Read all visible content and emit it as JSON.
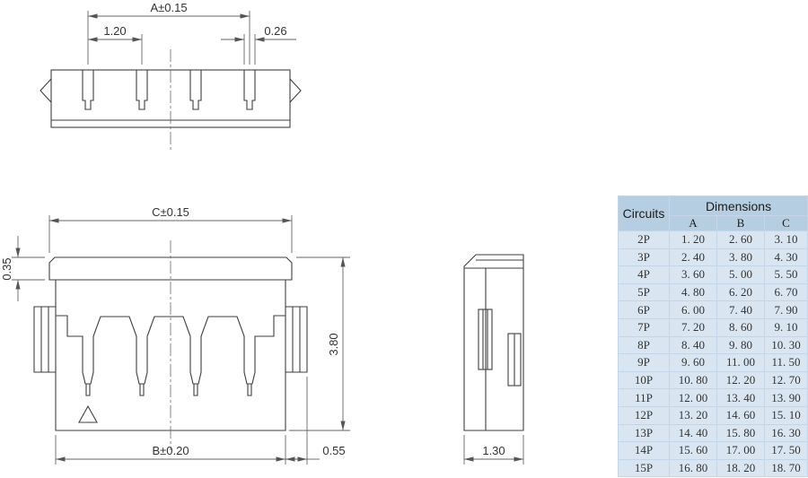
{
  "drawing": {
    "top_view": {
      "dim_pitch_overall": "A±0.15",
      "dim_pitch": "1.20",
      "dim_slot_width": "0.26"
    },
    "front_view": {
      "dim_overall_width": "C±0.15",
      "dim_cap_height": "0.35",
      "dim_height": "3.80",
      "dim_body_width": "B±0.20",
      "dim_tab": "0.55"
    },
    "side_view": {
      "dim_depth": "1.30"
    }
  },
  "table": {
    "col_circuits": "Circuits",
    "col_dimensions": "Dimensions",
    "sub_headers": [
      "A",
      "B",
      "C"
    ],
    "rows": [
      {
        "circuits": "2P",
        "a": "1. 20",
        "b": "2. 60",
        "c": "3. 10"
      },
      {
        "circuits": "3P",
        "a": "2. 40",
        "b": "3. 80",
        "c": "4. 30"
      },
      {
        "circuits": "4P",
        "a": "3. 60",
        "b": "5. 00",
        "c": "5. 50"
      },
      {
        "circuits": "5P",
        "a": "4. 80",
        "b": "6. 20",
        "c": "6. 70"
      },
      {
        "circuits": "6P",
        "a": "6. 00",
        "b": "7. 40",
        "c": "7. 90"
      },
      {
        "circuits": "7P",
        "a": "7. 20",
        "b": "8. 60",
        "c": "9. 10"
      },
      {
        "circuits": "8P",
        "a": "8. 40",
        "b": "9. 80",
        "c": "10. 30"
      },
      {
        "circuits": "9P",
        "a": "9. 60",
        "b": "11. 00",
        "c": "11. 50"
      },
      {
        "circuits": "10P",
        "a": "10. 80",
        "b": "12. 20",
        "c": "12. 70"
      },
      {
        "circuits": "11P",
        "a": "12. 00",
        "b": "13. 40",
        "c": "13. 90"
      },
      {
        "circuits": "12P",
        "a": "13. 20",
        "b": "14. 60",
        "c": "15. 10"
      },
      {
        "circuits": "13P",
        "a": "14. 40",
        "b": "15. 80",
        "c": "16. 30"
      },
      {
        "circuits": "14P",
        "a": "15. 60",
        "b": "17. 00",
        "c": "17. 50"
      },
      {
        "circuits": "15P",
        "a": "16. 80",
        "b": "18. 20",
        "c": "18. 70"
      }
    ]
  },
  "colors": {
    "table_header_bg": "#b6cee2",
    "table_body_bg": "#d9e6f2",
    "line_color": "#3f3f3f",
    "dim_color": "#666666"
  }
}
